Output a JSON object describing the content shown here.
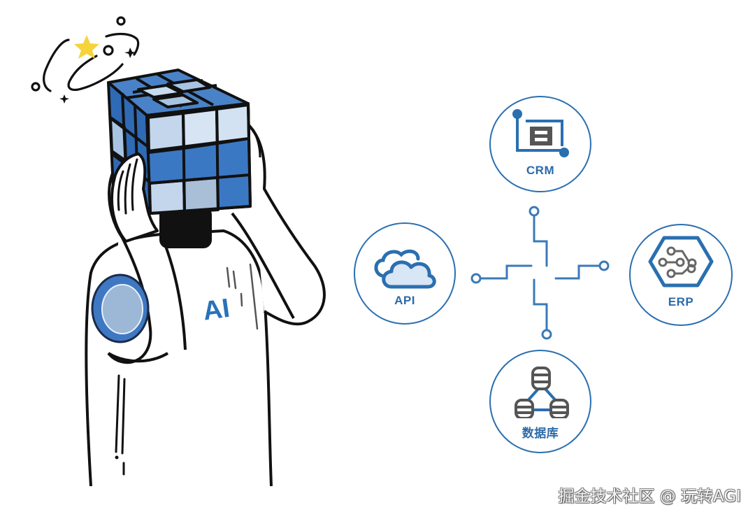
{
  "illustration": {
    "character_shirt_text": "AI",
    "head_object": "rubiks-cube",
    "colors": {
      "cube_dark": "#2f6ab5",
      "cube_mid": "#4a82c7",
      "cube_light": "#a9c4e3",
      "cube_pale": "#d3e2f2",
      "outline": "#111111",
      "star": "#f7d33a",
      "patch_outer": "#3f78c2",
      "patch_inner": "#9db7d6",
      "shirt_text": "#2a72b8"
    }
  },
  "integration_hub": {
    "accent_color": "#2a6fb0",
    "icon_gray": "#555555",
    "nodes": [
      {
        "id": "crm",
        "label": "CRM",
        "icon": "crm-frame-icon"
      },
      {
        "id": "api",
        "label": "API",
        "icon": "cloud-icon"
      },
      {
        "id": "erp",
        "label": "ERP",
        "icon": "hexagon-circuit-icon"
      },
      {
        "id": "database",
        "label": "数据库",
        "icon": "database-network-icon"
      }
    ]
  },
  "watermark": {
    "text": "掘金技术社区 @ 玩转AGI"
  }
}
